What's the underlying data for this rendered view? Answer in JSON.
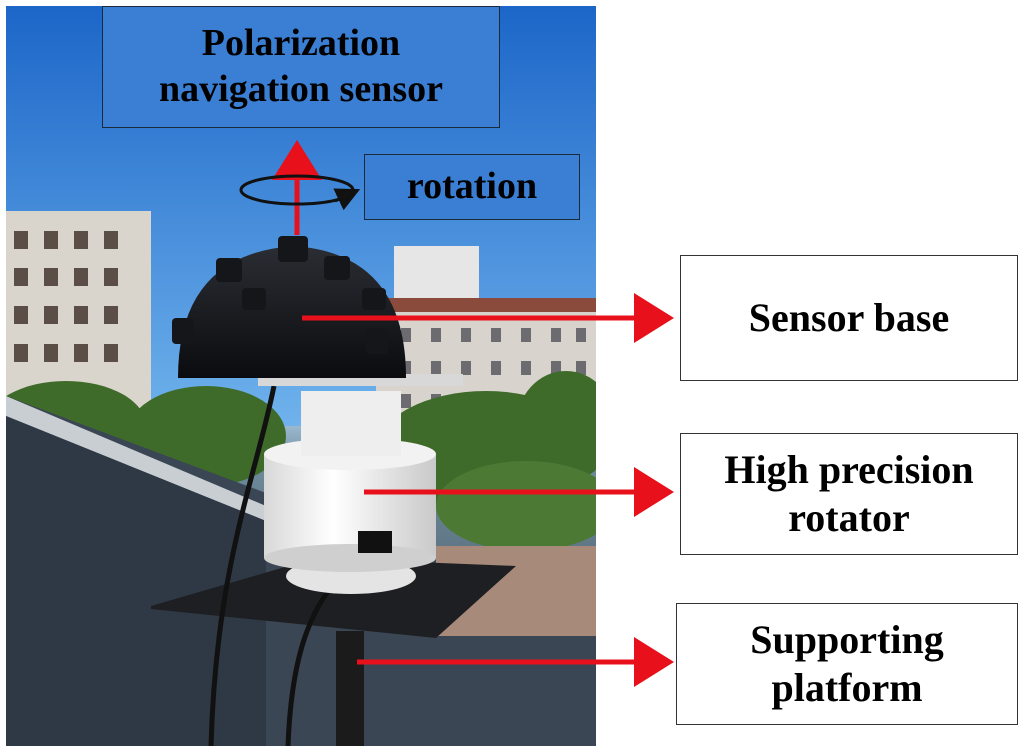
{
  "labels": {
    "polarization_sensor": "Polarization\nnavigation sensor",
    "rotation": "rotation",
    "sensor_base": "Sensor base",
    "high_precision_rotator": "High precision\nrotator",
    "supporting_platform": "Supporting\nplatform"
  },
  "colors": {
    "arrow": "#e8101a",
    "sky": "#2f7fd8",
    "label_border": "#333333"
  }
}
